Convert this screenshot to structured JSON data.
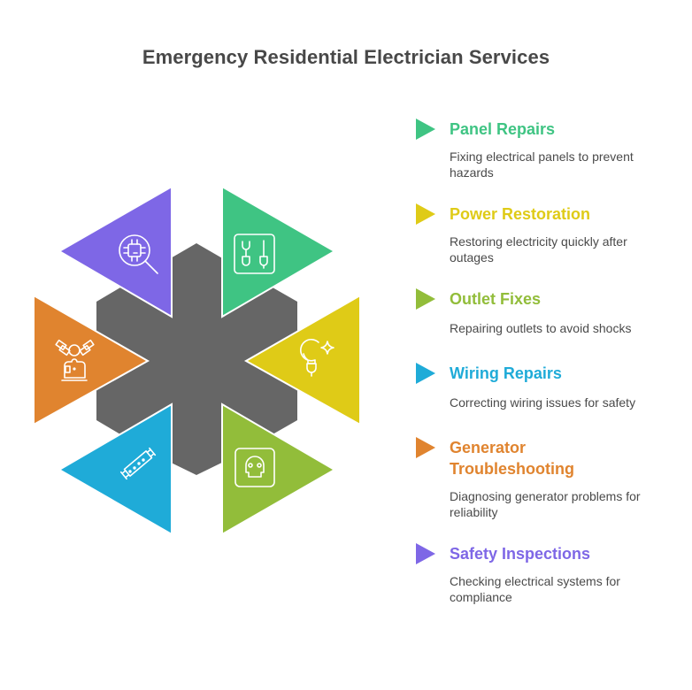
{
  "title": "Emergency Residential Electrician Services",
  "center": {
    "color": "#666666"
  },
  "segments": [
    {
      "id": "panel-repairs",
      "title": "Panel Repairs",
      "description": "Fixing electrical panels to prevent hazards",
      "color": "#3fc483",
      "icon": "wrench-screwdriver-panel-icon"
    },
    {
      "id": "power-restoration",
      "title": "Power Restoration",
      "description": "Restoring electricity quickly after outages",
      "color": "#dfcb17",
      "icon": "lightbulb-sparkle-icon"
    },
    {
      "id": "outlet-fixes",
      "title": "Outlet Fixes",
      "description": "Repairing outlets to avoid shocks",
      "color": "#92bd3a",
      "icon": "power-outlet-icon"
    },
    {
      "id": "wiring-repairs",
      "title": "Wiring Repairs",
      "description": "Correcting wiring issues for safety",
      "color": "#1fabd8",
      "icon": "wire-connector-icon"
    },
    {
      "id": "generator-troubleshooting",
      "title": "Generator Troubleshooting",
      "title_lines": [
        "Generator",
        "Troubleshooting"
      ],
      "description": "Diagnosing generator problems for reliability",
      "color": "#e0842f",
      "icon": "generator-engine-icon"
    },
    {
      "id": "safety-inspections",
      "title": "Safety Inspections",
      "description": "Checking electrical systems for compliance",
      "color": "#7e67e6",
      "icon": "chip-inspection-icon"
    }
  ]
}
